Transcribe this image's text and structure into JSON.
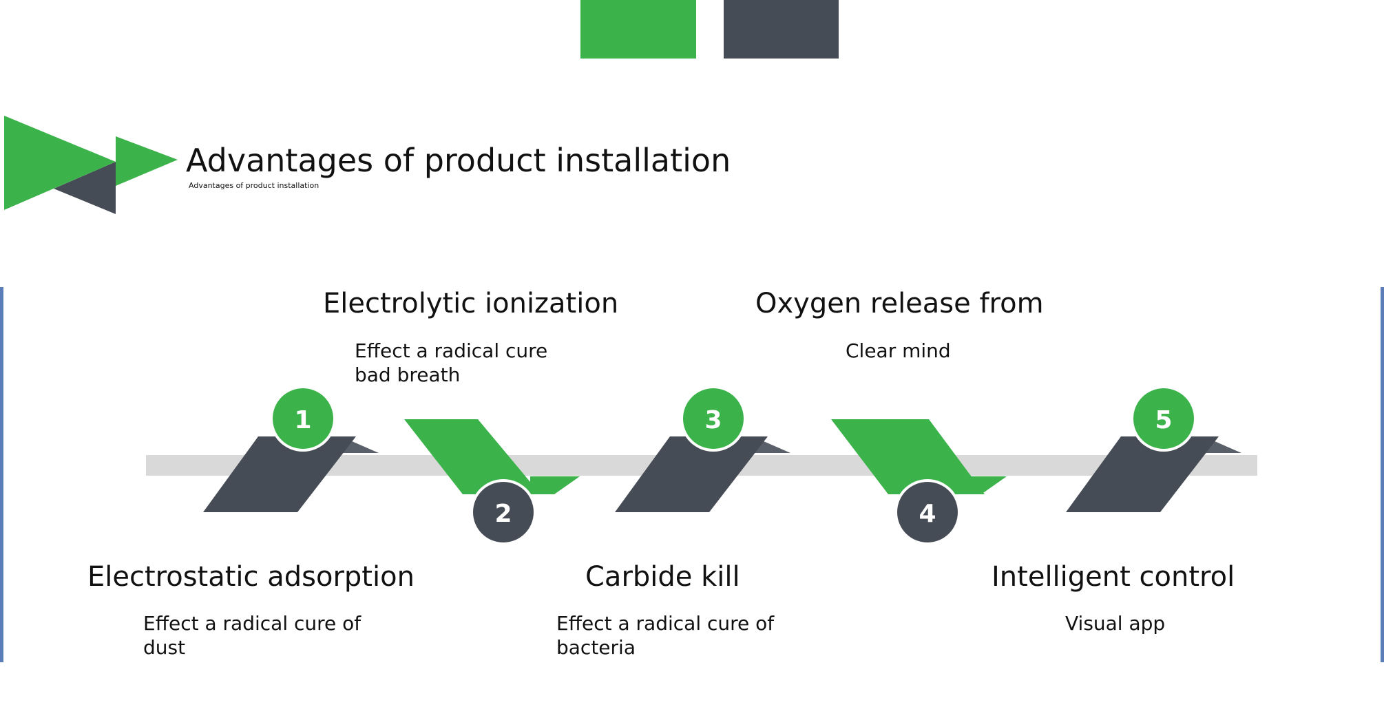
{
  "header": {
    "title": "Advantages of product installation",
    "subtitle": "Advantages of product installation"
  },
  "colors": {
    "green": "#3bb34a",
    "dark": "#464c55",
    "track": "#d9d9d9",
    "edge": "#5b7db8"
  },
  "steps": [
    {
      "number": "1",
      "title": "Electrostatic adsorption",
      "desc": "Effect a radical cure of dust"
    },
    {
      "number": "2",
      "title": "Electrolytic ionization",
      "desc": "Effect a radical cure bad breath"
    },
    {
      "number": "3",
      "title": "Carbide kill",
      "desc": "Effect a radical cure of bacteria"
    },
    {
      "number": "4",
      "title": "Oxygen release from",
      "desc": "Clear mind"
    },
    {
      "number": "5",
      "title": "Intelligent control",
      "desc": "Visual app"
    }
  ]
}
